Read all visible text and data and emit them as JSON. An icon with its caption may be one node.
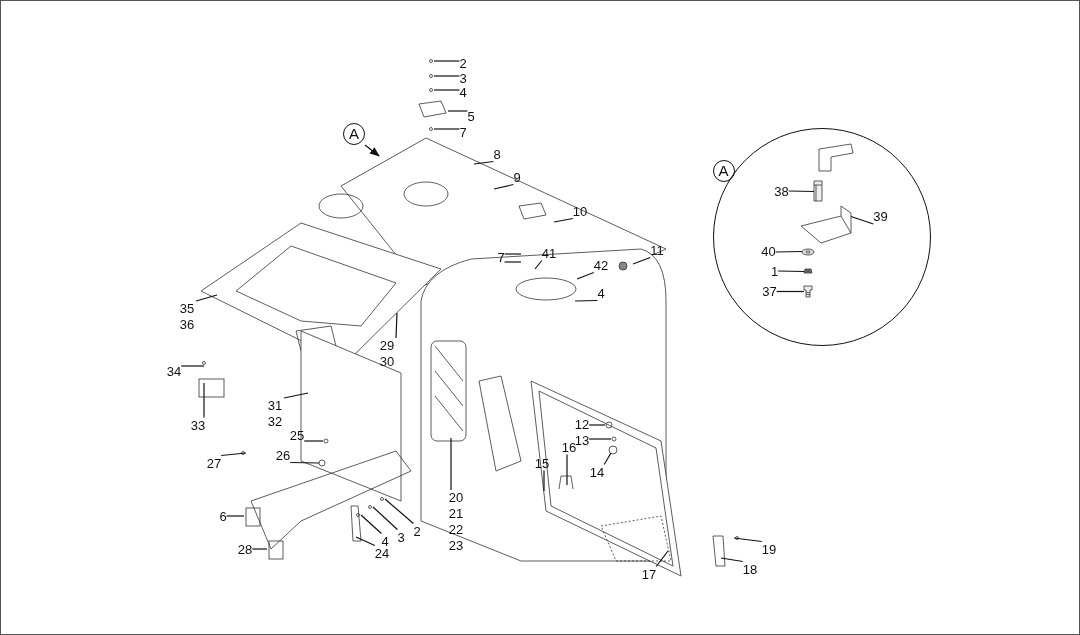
{
  "diagram": {
    "nodes": [
      {
        "text": [
          "A"
        ]
      },
      {
        "text": [
          "2"
        ]
      },
      {
        "text": [
          "3"
        ]
      },
      {
        "text": [
          "4"
        ]
      },
      {
        "text": [
          "5"
        ]
      },
      {
        "text": [
          "7"
        ]
      },
      {
        "text": [
          "8"
        ]
      },
      {
        "text": [
          "9"
        ]
      },
      {
        "text": [
          "10"
        ]
      },
      {
        "text": [
          "11"
        ]
      },
      {
        "text": [
          "7"
        ]
      },
      {
        "text": [
          "41"
        ]
      },
      {
        "text": [
          "42"
        ]
      },
      {
        "text": [
          "4"
        ]
      },
      {
        "text": [
          "35 36"
        ]
      },
      {
        "text": [
          "29 30"
        ]
      },
      {
        "text": [
          "34"
        ]
      },
      {
        "text": [
          "33"
        ]
      },
      {
        "text": [
          "31 32"
        ]
      },
      {
        "text": [
          "25"
        ]
      },
      {
        "text": [
          "27"
        ]
      },
      {
        "text": [
          "26"
        ]
      },
      {
        "text": [
          "20 21 22 23"
        ]
      },
      {
        "text": [
          "12"
        ]
      },
      {
        "text": [
          "13"
        ]
      },
      {
        "text": [
          "14"
        ]
      },
      {
        "text": [
          "15"
        ]
      },
      {
        "text": [
          "16"
        ]
      },
      {
        "text": [
          "6"
        ]
      },
      {
        "text": [
          "28"
        ]
      },
      {
        "text": [
          "24"
        ]
      },
      {
        "text": [
          "4"
        ]
      },
      {
        "text": [
          "3"
        ]
      },
      {
        "text": [
          "2"
        ]
      },
      {
        "text": [
          "17"
        ]
      },
      {
        "text": [
          "19"
        ]
      },
      {
        "text": [
          "18"
        ]
      },
      {
        "text": [],
        "shape": "circle"
      },
      {
        "text": [
          "A"
        ],
        "in": 37
      },
      {
        "text": [
          "38"
        ],
        "in": 37
      },
      {
        "text": [
          "39"
        ],
        "in": 37
      },
      {
        "text": [
          "40"
        ],
        "in": 37
      },
      {
        "text": [
          "1"
        ],
        "in": 37
      },
      {
        "text": [
          "37"
        ],
        "in": 37
      },
      {
        "text": [],
        "shape": "picture",
        "in": 37
      },
      {
        "text": [],
        "shape": "picture",
        "in": 37
      },
      {
        "text": [],
        "shape": "picture",
        "in": 37
      },
      {
        "text": [],
        "shape": "picture",
        "in": 37
      },
      {
        "text": [],
        "shape": "picture",
        "in": 37
      }
    ],
    "edges": [
      {
        "from": 0,
        "to": null,
        "arrow": "to"
      },
      {
        "from": 1,
        "to": null,
        "arrow": "none"
      },
      {
        "from": 2,
        "to": null,
        "arrow": "none"
      },
      {
        "from": 3,
        "to": null,
        "arrow": "none"
      },
      {
        "from": 4,
        "to": null,
        "arrow": "none"
      },
      {
        "from": 5,
        "to": null,
        "arrow": "none"
      },
      {
        "from": 6,
        "to": null,
        "arrow": "none"
      },
      {
        "from": 7,
        "to": null,
        "arrow": "none"
      },
      {
        "from": 8,
        "to": null,
        "arrow": "none"
      },
      {
        "from": 9,
        "to": null,
        "arrow": "none"
      },
      {
        "from": 10,
        "to": null,
        "arrow": "none"
      },
      {
        "from": 10,
        "to": null,
        "arrow": "none"
      },
      {
        "from": 11,
        "to": null,
        "arrow": "none"
      },
      {
        "from": 12,
        "to": null,
        "arrow": "none"
      },
      {
        "from": 13,
        "to": null,
        "arrow": "none"
      },
      {
        "from": 14,
        "to": null,
        "arrow": "none"
      },
      {
        "from": 15,
        "to": null,
        "arrow": "none"
      },
      {
        "from": 16,
        "to": null,
        "arrow": "none"
      },
      {
        "from": 17,
        "to": null,
        "arrow": "none"
      },
      {
        "from": 18,
        "to": null,
        "arrow": "none"
      },
      {
        "from": 19,
        "to": null,
        "arrow": "none"
      },
      {
        "from": 20,
        "to": null,
        "arrow": "none"
      },
      {
        "from": 21,
        "to": null,
        "arrow": "none"
      },
      {
        "from": 22,
        "to": null,
        "arrow": "none"
      },
      {
        "from": 23,
        "to": null,
        "arrow": "none"
      },
      {
        "from": 24,
        "to": null,
        "arrow": "none"
      },
      {
        "from": 25,
        "to": null,
        "arrow": "none"
      },
      {
        "from": 26,
        "to": null,
        "arrow": "none"
      },
      {
        "from": 27,
        "to": null,
        "arrow": "none"
      },
      {
        "from": 28,
        "to": null,
        "arrow": "none"
      },
      {
        "from": 29,
        "to": null,
        "arrow": "none"
      },
      {
        "from": 30,
        "to": null,
        "arrow": "none"
      },
      {
        "from": 31,
        "to": null,
        "arrow": "none"
      },
      {
        "from": 32,
        "to": null,
        "arrow": "none"
      },
      {
        "from": 33,
        "to": null,
        "arrow": "none"
      },
      {
        "from": 34,
        "to": null,
        "arrow": "none"
      },
      {
        "from": 35,
        "to": null,
        "arrow": "none"
      },
      {
        "from": 36,
        "to": null,
        "arrow": "none"
      },
      {
        "from": 39,
        "to": 45,
        "arrow": "none"
      },
      {
        "from": 40,
        "to": 44,
        "arrow": "none"
      },
      {
        "from": 41,
        "to": 46,
        "arrow": "none"
      },
      {
        "from": 42,
        "to": 47,
        "arrow": "none"
      },
      {
        "from": 43,
        "to": 48,
        "arrow": "none"
      }
    ]
  }
}
